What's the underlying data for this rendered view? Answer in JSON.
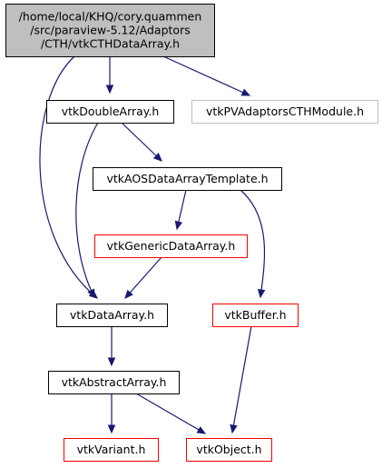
{
  "colors": {
    "edge": "#191970",
    "root_fill": "#bfbfbf",
    "root_border": "#000000",
    "plain_border": "#000000",
    "external_border": "#bfbfbf",
    "undocumented_border": "#ff0000",
    "node_fill": "#ffffff"
  },
  "nodes": [
    {
      "id": "root",
      "kind": "root",
      "lines": [
        "/home/local/KHQ/cory.quammen",
        "/src/paraview-5.12/Adaptors",
        "/CTH/vtkCTHDataArray.h"
      ]
    },
    {
      "id": "doublearray",
      "kind": "plain",
      "lines": [
        "vtkDoubleArray.h"
      ]
    },
    {
      "id": "pvadaptors",
      "kind": "external",
      "lines": [
        "vtkPVAdaptorsCTHModule.h"
      ]
    },
    {
      "id": "aostemplate",
      "kind": "plain",
      "lines": [
        "vtkAOSDataArrayTemplate.h"
      ]
    },
    {
      "id": "genericdata",
      "kind": "undocumented",
      "lines": [
        "vtkGenericDataArray.h"
      ]
    },
    {
      "id": "dataarray",
      "kind": "plain",
      "lines": [
        "vtkDataArray.h"
      ]
    },
    {
      "id": "buffer",
      "kind": "undocumented",
      "lines": [
        "vtkBuffer.h"
      ]
    },
    {
      "id": "abstractarray",
      "kind": "plain",
      "lines": [
        "vtkAbstractArray.h"
      ]
    },
    {
      "id": "variant",
      "kind": "undocumented",
      "lines": [
        "vtkVariant.h"
      ]
    },
    {
      "id": "object",
      "kind": "undocumented",
      "lines": [
        "vtkObject.h"
      ]
    }
  ],
  "edges": [
    {
      "from": "root",
      "to": "doublearray"
    },
    {
      "from": "root",
      "to": "pvadaptors"
    },
    {
      "from": "root",
      "to": "dataarray"
    },
    {
      "from": "doublearray",
      "to": "aostemplate"
    },
    {
      "from": "doublearray",
      "to": "dataarray"
    },
    {
      "from": "aostemplate",
      "to": "genericdata"
    },
    {
      "from": "aostemplate",
      "to": "buffer"
    },
    {
      "from": "genericdata",
      "to": "dataarray"
    },
    {
      "from": "dataarray",
      "to": "abstractarray"
    },
    {
      "from": "buffer",
      "to": "object"
    },
    {
      "from": "abstractarray",
      "to": "variant"
    },
    {
      "from": "abstractarray",
      "to": "object"
    }
  ]
}
